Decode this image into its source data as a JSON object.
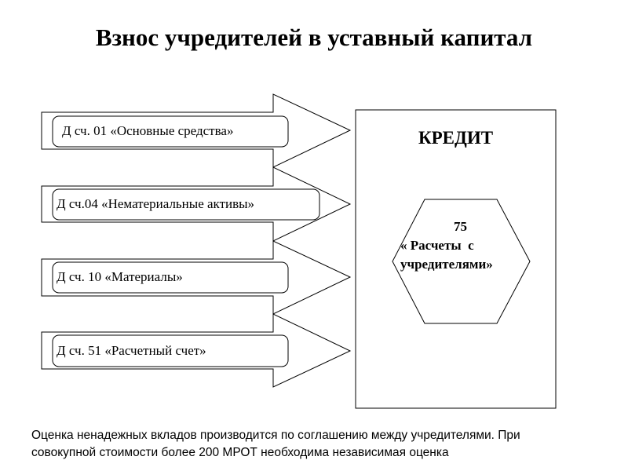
{
  "title": "Взнос учредителей в уставный капитал",
  "debits": [
    {
      "label": "Д сч. 01 «Основные средства»"
    },
    {
      "label": "Д сч.04 «Нематериальные активы»"
    },
    {
      "label": "Д сч. 10 «Материалы»"
    },
    {
      "label": "Д сч. 51 «Расчетный счет»"
    }
  ],
  "credit": {
    "heading": "КРЕДИТ",
    "account_number": "75",
    "account_line1": "« Расчеты  с",
    "account_line2": "учредителями»"
  },
  "note": {
    "line1": "Оценка ненадежных вкладов производится по соглашению между учредителями. При",
    "line2": "совокупной стоимости более 200 МРОТ необходима независимая оценка"
  }
}
